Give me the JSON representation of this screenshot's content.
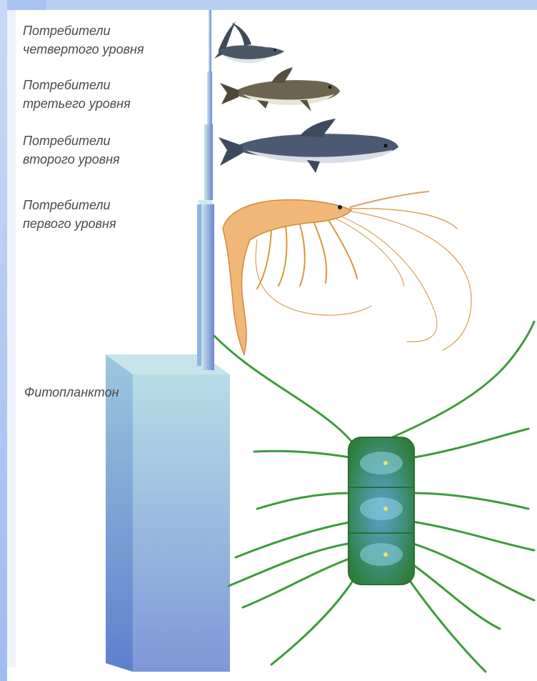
{
  "labels": {
    "level4": [
      "Потребители",
      "четвертого уровня"
    ],
    "level3": [
      "Потребители",
      "третьего уровня"
    ],
    "level2": [
      "Потребители",
      "второго уровня"
    ],
    "level1": [
      "Потребители",
      "первого уровня"
    ],
    "phytoplankton": "Фитопланктон"
  },
  "colors": {
    "frame_blue": "#b9d0f5",
    "column_light": "#b8dde6",
    "column_dark": "#6f8fd0",
    "algae_green": "#3f9a3c",
    "label_text": "#4a4a4a"
  },
  "icons": [
    "shark-icon",
    "cod-icon",
    "herring-icon",
    "shrimp-icon",
    "diatom-icon"
  ]
}
